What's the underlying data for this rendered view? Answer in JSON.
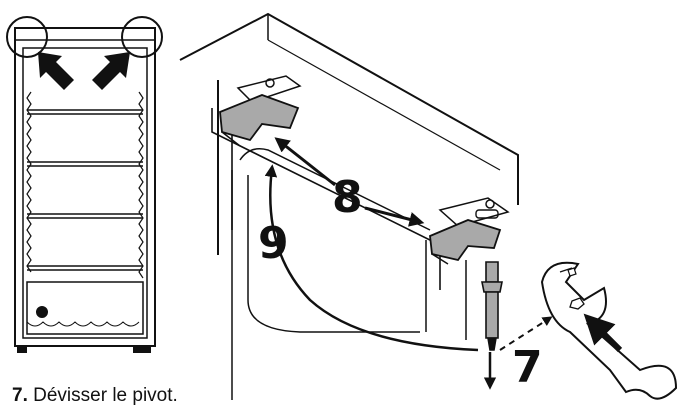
{
  "callouts": {
    "step7": "7",
    "step8": "8",
    "step9": "9"
  },
  "caption": {
    "number": "7.",
    "text": " Dévisser le pivot."
  },
  "colors": {
    "line": "#111111",
    "part_fill": "#a9a9a9",
    "background": "#ffffff"
  }
}
